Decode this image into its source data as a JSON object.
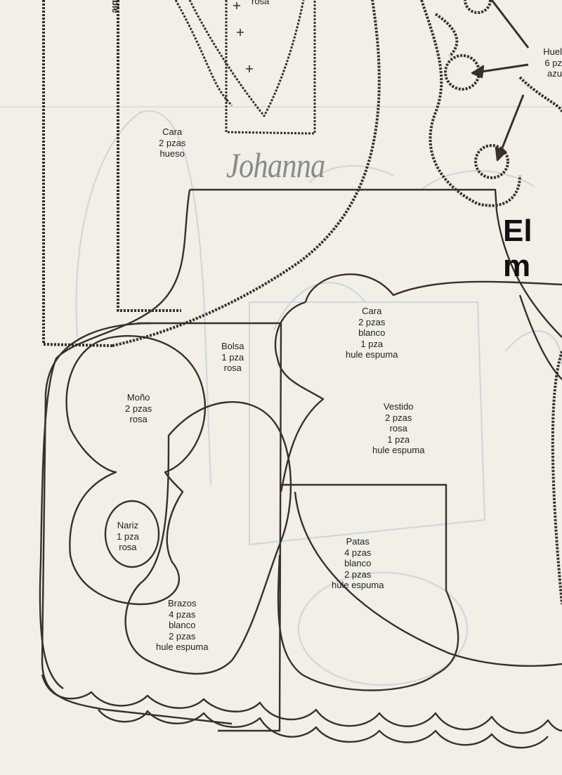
{
  "colors": {
    "paper": "#f1efe6",
    "ink": "#3a2f2c",
    "faint": "#cdd6dc"
  },
  "brand": "Johanna",
  "headline": "El m",
  "edge_word": "ble",
  "top_label": "rosa",
  "pieces": {
    "cara_hueso": [
      "Cara",
      "2 pzas",
      "hueso"
    ],
    "cara_blanco": [
      "Cara",
      "2 pzas",
      "blanco",
      "1 pza",
      "hule espuma"
    ],
    "bolsa": [
      "Bolsa",
      "1 pza",
      "rosa"
    ],
    "mono": [
      "Moño",
      "2 pzas",
      "rosa"
    ],
    "vestido": [
      "Vestido",
      "2 pzas",
      "rosa",
      "1 pza",
      "hule espuma"
    ],
    "nariz": [
      "Nariz",
      "1 pza",
      "rosa"
    ],
    "patas": [
      "Patas",
      "4 pzas",
      "blanco",
      "2 pzas",
      "hule espuma"
    ],
    "brazos": [
      "Brazos",
      "4 pzas",
      "blanco",
      "2 pzas",
      "hule espuma"
    ],
    "huellas": [
      "Huel",
      "6 pz",
      "azu"
    ]
  }
}
